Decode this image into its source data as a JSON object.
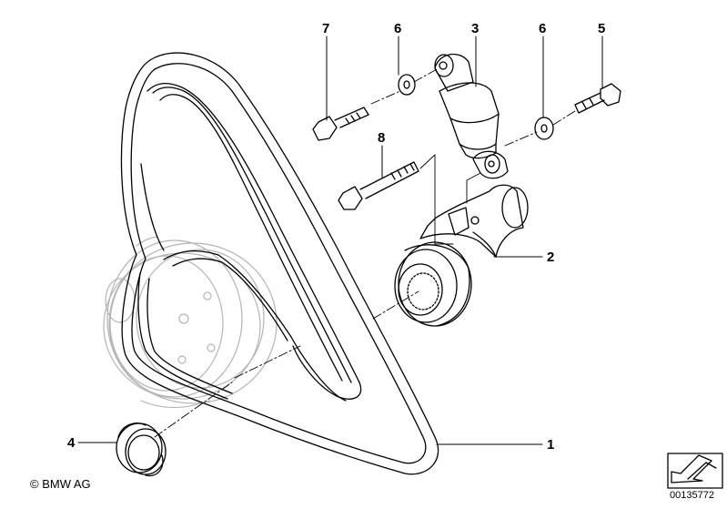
{
  "callouts": {
    "c1": "1",
    "c2": "2",
    "c3": "3",
    "c4": "4",
    "c5": "5",
    "c6a": "6",
    "c6b": "6",
    "c7": "7",
    "c8": "8"
  },
  "footer": {
    "copyright": "© BMW AG",
    "doc_number": "00135772"
  },
  "icons": {
    "nav_arrow": "arrow-icon"
  }
}
